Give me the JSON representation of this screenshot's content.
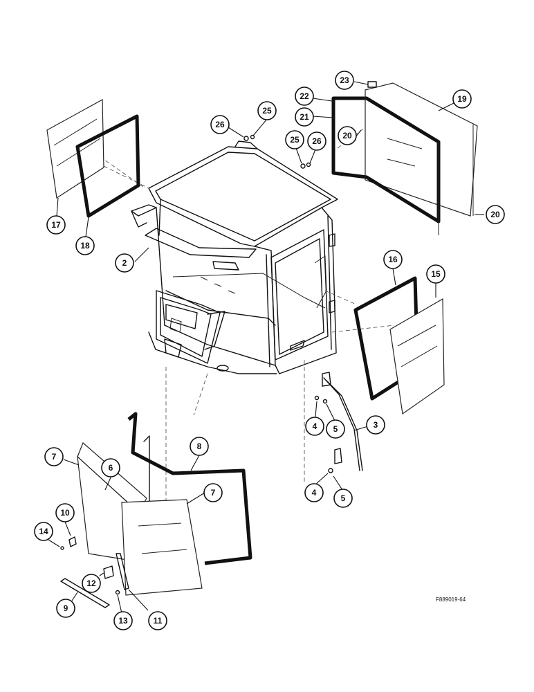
{
  "figure_code": "F889019-64",
  "callouts": [
    "2",
    "3",
    "4",
    "5",
    "4",
    "5",
    "6",
    "7",
    "7",
    "8",
    "9",
    "10",
    "11",
    "12",
    "13",
    "14",
    "15",
    "16",
    "17",
    "18",
    "19",
    "20",
    "20",
    "21",
    "22",
    "23",
    "25",
    "26",
    "25",
    "26"
  ]
}
